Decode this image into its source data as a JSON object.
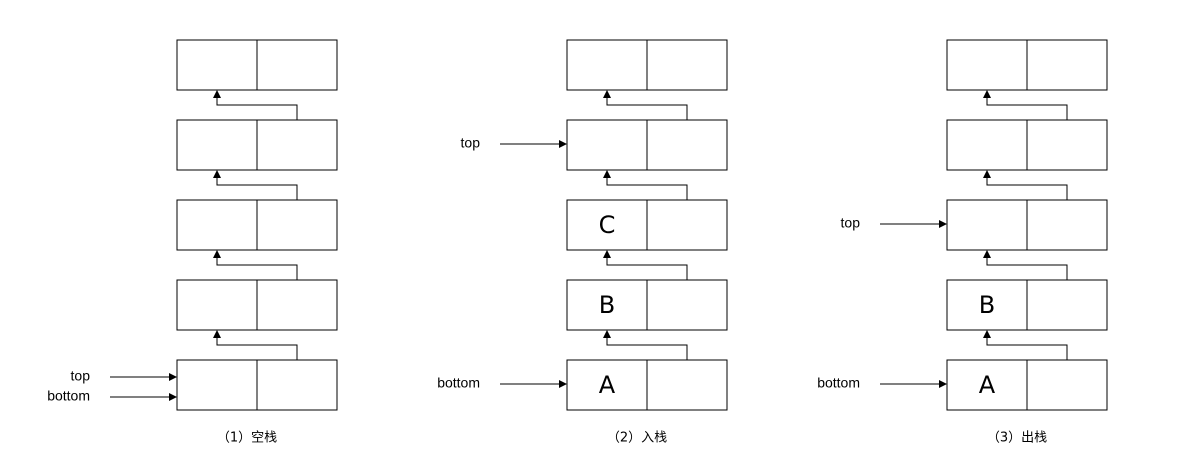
{
  "panels": [
    {
      "caption": "（1）空栈",
      "cells": [
        "",
        "",
        "",
        "",
        ""
      ],
      "pointers": [
        {
          "label": "top",
          "at": 0
        },
        {
          "label": "bottom",
          "at": 0
        }
      ]
    },
    {
      "caption": "（2）入栈",
      "cells": [
        "A",
        "B",
        "C",
        "",
        ""
      ],
      "pointers": [
        {
          "label": "top",
          "at": 3
        },
        {
          "label": "bottom",
          "at": 0
        }
      ]
    },
    {
      "caption": "（3）出栈",
      "cells": [
        "A",
        "B",
        "",
        "",
        ""
      ],
      "pointers": [
        {
          "label": "top",
          "at": 2
        },
        {
          "label": "bottom",
          "at": 0
        }
      ]
    }
  ]
}
